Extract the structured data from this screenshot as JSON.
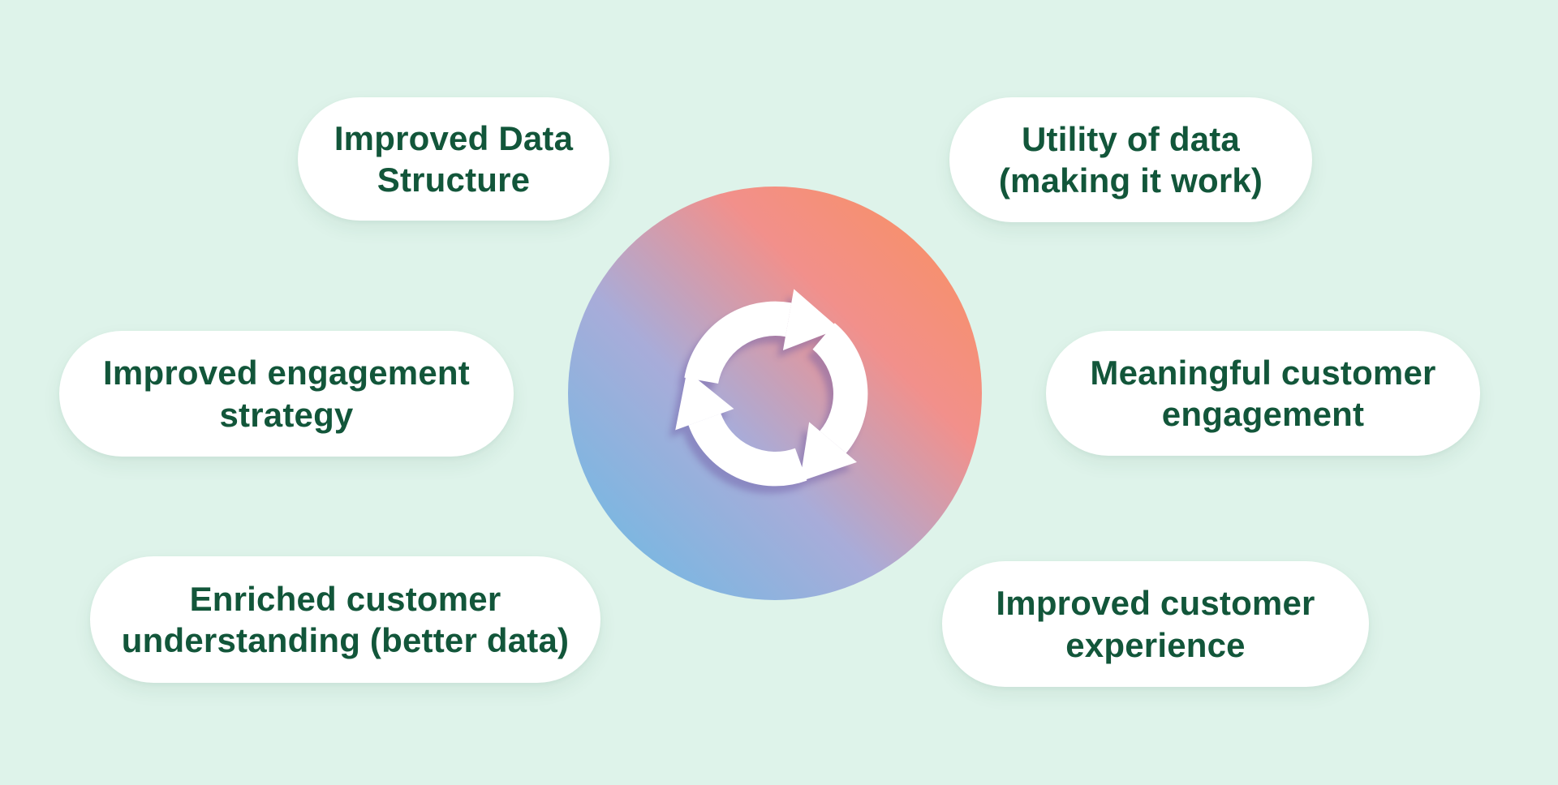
{
  "diagram": {
    "type": "cycle-benefits-diagram",
    "background_color": "#DEF3EA",
    "pill_background_color": "#FFFFFF",
    "text_color": "#12563A",
    "center": {
      "icon": "cycle-arrows-icon",
      "icon_color": "#FFFFFF",
      "shadow_color": "#6F5CA5",
      "gradient_colors": [
        "#67BCE5",
        "#A8ACD9",
        "#F2908B",
        "#F9905A"
      ]
    },
    "pills": [
      {
        "position": "top-left",
        "label": "Improved Data\nStructure"
      },
      {
        "position": "top-right",
        "label": "Utility of data\n(making it work)"
      },
      {
        "position": "mid-left",
        "label": "Improved engagement\nstrategy"
      },
      {
        "position": "mid-right",
        "label": "Meaningful customer\nengagement"
      },
      {
        "position": "bottom-left",
        "label": "Enriched customer\nunderstanding (better data)"
      },
      {
        "position": "bottom-right",
        "label": "Improved customer\nexperience"
      }
    ]
  }
}
